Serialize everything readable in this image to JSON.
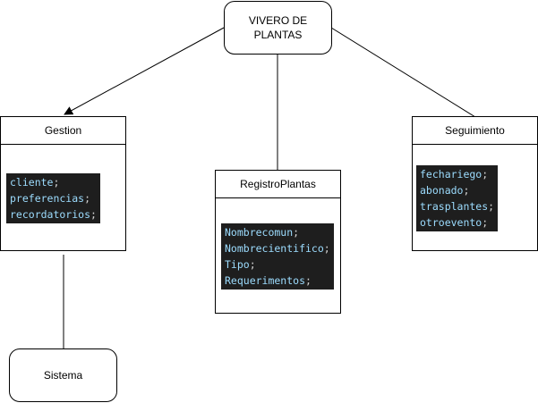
{
  "root": {
    "label_line1": "VIVERO DE",
    "label_line2": "PLANTAS"
  },
  "gestion": {
    "title": "Gestion",
    "fields": [
      {
        "name": "cliente",
        "sep": ";"
      },
      {
        "name": "preferencias",
        "sep": ";"
      },
      {
        "name": "recordatorios",
        "sep": ";"
      }
    ]
  },
  "registro": {
    "title": "RegistroPlantas",
    "fields": [
      {
        "name": "Nombrecomun",
        "sep": ";"
      },
      {
        "name": "Nombrecientifico",
        "sep": ";"
      },
      {
        "name": "Tipo",
        "sep": ";"
      },
      {
        "name": "Requerimentos",
        "sep": ";"
      }
    ]
  },
  "seguimiento": {
    "title": "Seguimiento",
    "fields": [
      {
        "name": "fechariego",
        "sep": ";"
      },
      {
        "name": "abonado",
        "sep": ";"
      },
      {
        "name": "trasplantes",
        "sep": ";"
      },
      {
        "name": "otroevento",
        "sep": ";"
      }
    ]
  },
  "sistema": {
    "label": "Sistema"
  },
  "colors": {
    "code_bg": "#1e1e1e",
    "identifier": "#9cdcfe",
    "punctuation": "#d4d4d4",
    "stroke": "#000000"
  }
}
